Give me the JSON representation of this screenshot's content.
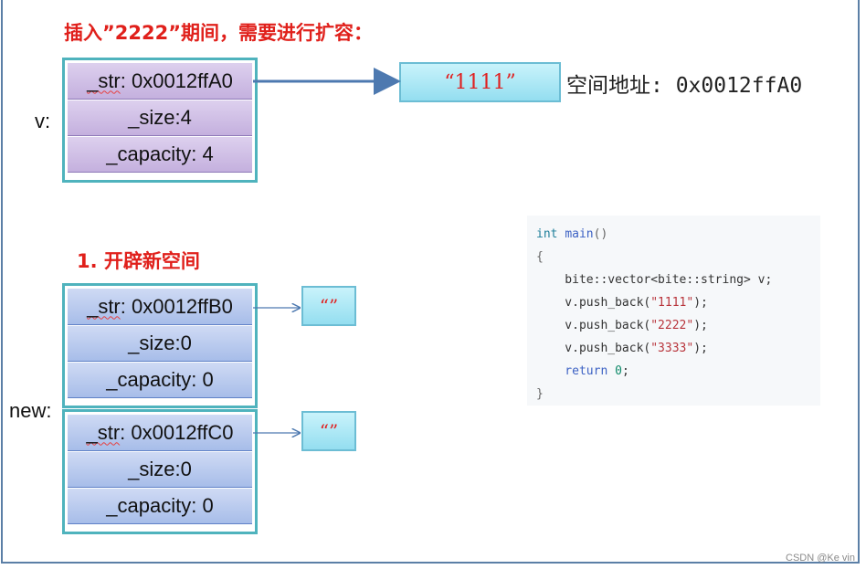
{
  "heading_main": "插入”2222”期间，需要进行扩容：",
  "heading_step": "1. 开辟新空间",
  "v_struct": {
    "label": "v:",
    "str_name": "_str",
    "str_value": ": 0x0012ffA0",
    "size": "_size:4",
    "capacity": "_capacity: 4"
  },
  "old_space": {
    "value": "“1111”",
    "address": "空间地址: 0x0012ffA0"
  },
  "new_label": "new:",
  "new_structs": [
    {
      "str_name": "_str",
      "str_value": ": 0x0012ffB0",
      "size": "_size:0",
      "capacity": "_capacity: 0",
      "string_box": "“”"
    },
    {
      "str_name": "_str",
      "str_value": ": 0x0012ffC0",
      "size": "_size:0",
      "capacity": "_capacity: 0",
      "string_box": "“”"
    }
  ],
  "code": {
    "line1": {
      "type": "int",
      "func": "main",
      "rest": "()"
    },
    "line2": "{",
    "line3": "    bite::vector<bite::string> v;",
    "line4": {
      "call": "    v.push_back(",
      "arg": "\"1111\"",
      "end": ");"
    },
    "line5": {
      "call": "    v.push_back(",
      "arg": "\"2222\"",
      "end": ");"
    },
    "line6": {
      "call": "    v.push_back(",
      "arg": "\"3333\"",
      "end": ");"
    },
    "line7": {
      "kw": "    return",
      "num": " 0",
      "end": ";"
    },
    "line8": "}"
  },
  "watermark": "CSDN @Ke vin",
  "colors": {
    "heading": "#e0201b",
    "border_teal": "#4fb3bd",
    "arrow": "#5b7fa6"
  }
}
